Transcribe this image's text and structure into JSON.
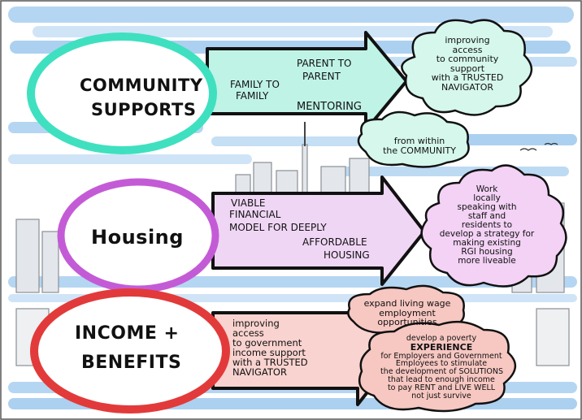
{
  "rows": [
    {
      "key": "community",
      "title_line1": "COMMUNITY",
      "title_line2": "SUPPORTS",
      "color": "#3fe0c0",
      "arrow_fill": "#bff3e6",
      "arrow_text_a1": "FAMILY to",
      "arrow_text_a2": "FAMILY",
      "arrow_text_b1": "PARENT to",
      "arrow_text_b2": "PARENT",
      "arrow_text_c": "MENTORING",
      "cloud1": [
        "improving",
        "access",
        "to community",
        "support",
        "with a TRUSTED",
        "NAVIGATOR"
      ],
      "cloud2": [
        "from within",
        "the COMMUNITY"
      ]
    },
    {
      "key": "housing",
      "title_line1": "Housing",
      "color": "#c45bd6",
      "arrow_fill": "#f0d6f5",
      "arrow_text_1": "VIABLE",
      "arrow_text_2": "FINANCIAL",
      "arrow_text_3": "MODEL for DEEPLY",
      "arrow_text_4": "AFFORDABLE",
      "arrow_text_5": "HOUSING",
      "cloud1": [
        "Work",
        "locally",
        "speaking with",
        "staff and",
        "residents to",
        "develop a strategy for",
        "making existing",
        "RGI housing",
        "more liveable"
      ]
    },
    {
      "key": "income",
      "title_line1": "INCOME +",
      "title_line2": "BENEFITS",
      "color": "#e23a3a",
      "arrow_fill": "#f9d3cf",
      "arrow_text": [
        "improving",
        "access",
        "to government",
        "income support",
        "with a TRUSTED",
        "NAVIGATOR"
      ],
      "cloud1": [
        "expand living wage",
        "employment",
        "opportunities"
      ],
      "cloud2": [
        "develop a poverty",
        "EXPERIENCE",
        "for Employers and Government",
        "Employees to stimulate",
        "the development of SOLUTIONS",
        "that lead to enough income",
        "to pay RENT and LIVE WELL",
        "not just survive"
      ]
    }
  ]
}
